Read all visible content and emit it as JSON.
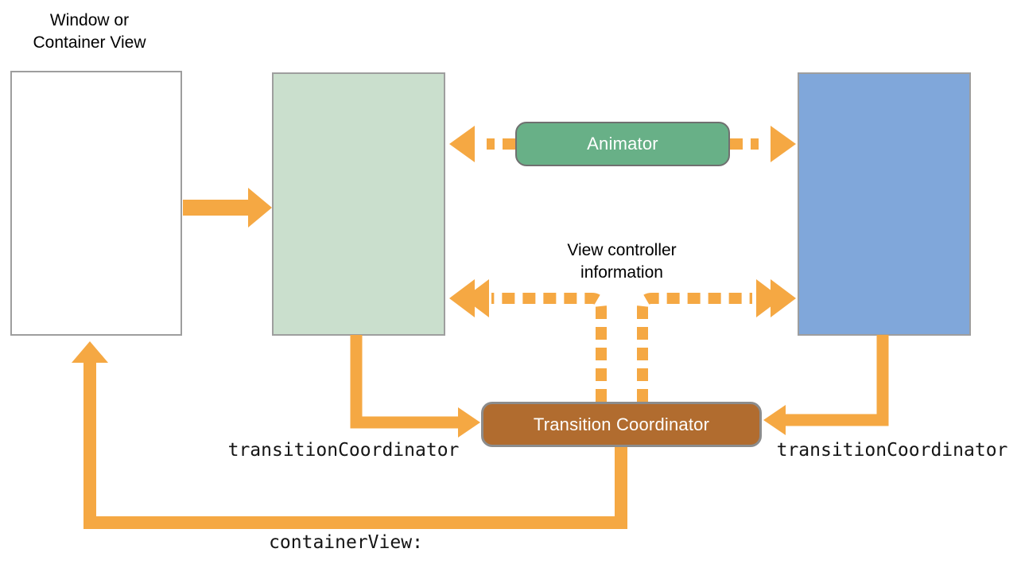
{
  "labels": {
    "window_or_container_view": "Window or\nContainer View",
    "view_controller_information": "View controller\ninformation",
    "animator": "Animator",
    "transition_coordinator": "Transition Coordinator",
    "transition_coordinator_code_left": "transitionCoordinator",
    "transition_coordinator_code_right": "transitionCoordinator",
    "container_view_code": "containerView:"
  },
  "colors": {
    "arrow": "#F5A843",
    "animator_fill": "#68B087",
    "animator_border": "#707070",
    "coordinator_fill": "#B16C2F",
    "coordinator_border": "#8C8C8C",
    "from_view_fill": "#CADFCD",
    "to_view_fill": "#80A7DA",
    "box_border": "#9E9E9E",
    "text": "#000000"
  }
}
